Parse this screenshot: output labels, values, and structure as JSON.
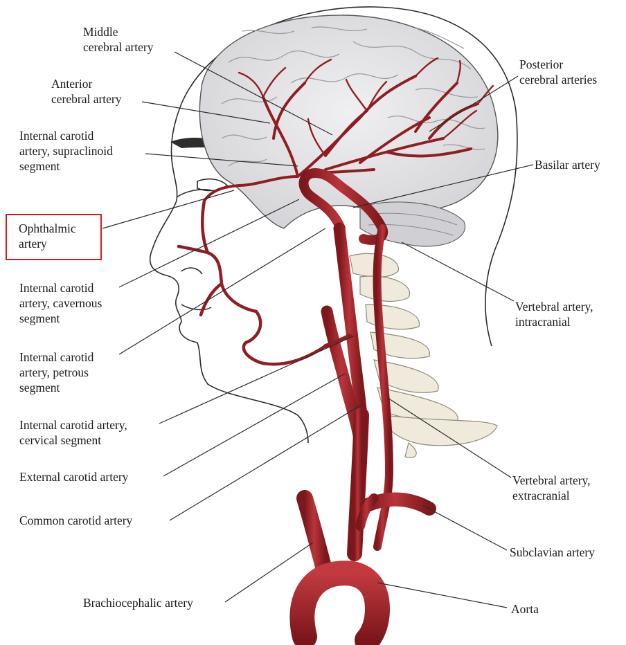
{
  "labels": {
    "middle_cerebral": [
      "Middle",
      "cerebral artery"
    ],
    "anterior_cerebral": [
      "Anterior",
      "cerebral artery"
    ],
    "ica_supraclinoid": [
      "Internal carotid",
      "artery, supraclinoid",
      "segment"
    ],
    "ophthalmic": [
      "Ophthalmic",
      "artery"
    ],
    "ica_cavernous": [
      "Internal carotid",
      "artery, cavernous",
      "segment"
    ],
    "ica_petrous": [
      "Internal carotid",
      "artery, petrous",
      "segment"
    ],
    "ica_cervical": [
      "Internal carotid artery,",
      "cervical segment"
    ],
    "external_carotid": [
      "External carotid artery"
    ],
    "common_carotid": [
      "Common carotid artery"
    ],
    "brachiocephalic": [
      "Brachiocephalic artery"
    ],
    "posterior_cerebral": [
      "Posterior",
      "cerebral arteries"
    ],
    "basilar": [
      "Basilar artery"
    ],
    "vertebral_intracranial": [
      "Vertebral artery,",
      "intracranial"
    ],
    "vertebral_extracranial": [
      "Vertebral artery,",
      "extracranial"
    ],
    "subclavian": [
      "Subclavian artery"
    ],
    "aorta": [
      "Aorta"
    ]
  },
  "highlighted_label": "ophthalmic",
  "colors": {
    "artery": "#a8262b",
    "artery_dark": "#6e1417",
    "brain": "#e6e6e8",
    "brain_lines": "#9a9aa0",
    "bone": "#efeadb",
    "outline": "#2a2a2a",
    "highlight_box": "#e0161e"
  }
}
